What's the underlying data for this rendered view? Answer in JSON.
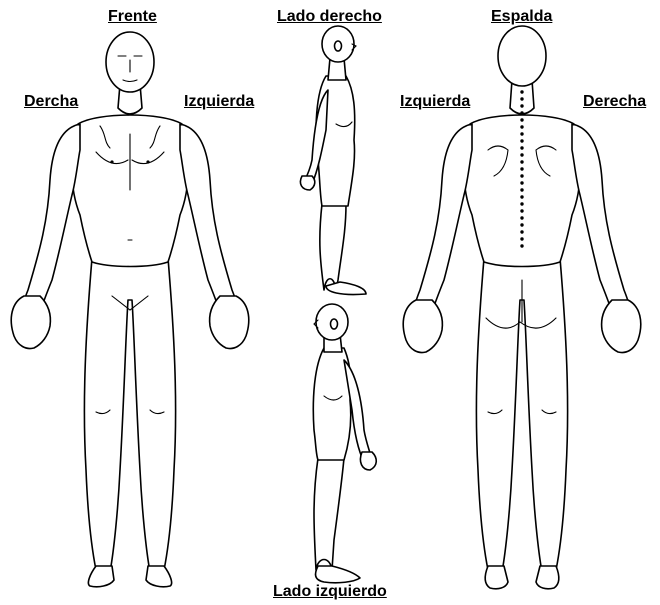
{
  "labels": {
    "front": "Frente",
    "front_right": "Dercha",
    "front_left": "Izquierda",
    "right_side": "Lado derecho",
    "back": "Espalda",
    "back_left": "Izquierda",
    "back_right": "Derecha",
    "left_side": "Lado izquierdo"
  },
  "colors": {
    "ink": "#000000",
    "background": "#ffffff"
  }
}
